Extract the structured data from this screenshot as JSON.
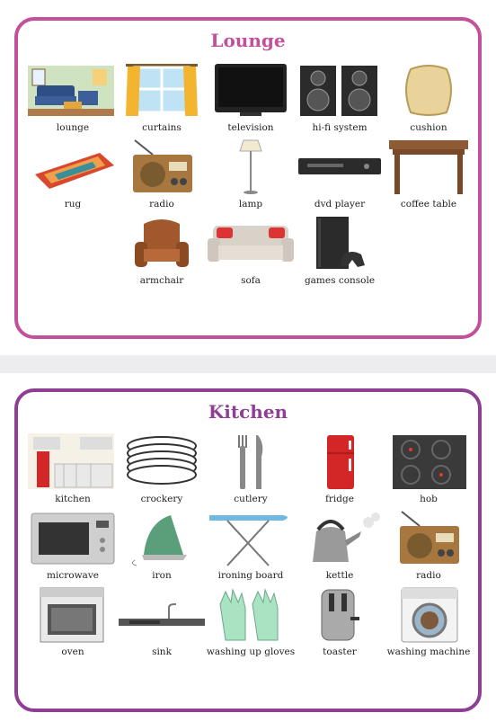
{
  "lounge": {
    "title": "Lounge",
    "items": [
      {
        "label": "lounge"
      },
      {
        "label": "curtains"
      },
      {
        "label": "television"
      },
      {
        "label": "hi-fi system"
      },
      {
        "label": "cushion"
      },
      {
        "label": "rug"
      },
      {
        "label": "radio"
      },
      {
        "label": "lamp"
      },
      {
        "label": "dvd player"
      },
      {
        "label": "coffee table"
      },
      {
        "label": "armchair"
      },
      {
        "label": "sofa"
      },
      {
        "label": "games console"
      }
    ]
  },
  "kitchen": {
    "title": "Kitchen",
    "items": [
      {
        "label": "kitchen"
      },
      {
        "label": "crockery"
      },
      {
        "label": "cutlery"
      },
      {
        "label": "fridge"
      },
      {
        "label": "hob"
      },
      {
        "label": "microwave"
      },
      {
        "label": "iron"
      },
      {
        "label": "ironing board"
      },
      {
        "label": "kettle"
      },
      {
        "label": "radio"
      },
      {
        "label": "oven"
      },
      {
        "label": "sink"
      },
      {
        "label": "washing up gloves"
      },
      {
        "label": "toaster"
      },
      {
        "label": "washing machine"
      }
    ]
  },
  "colors": {
    "lounge_accent": "#c2509a",
    "kitchen_accent": "#8e3f93"
  }
}
